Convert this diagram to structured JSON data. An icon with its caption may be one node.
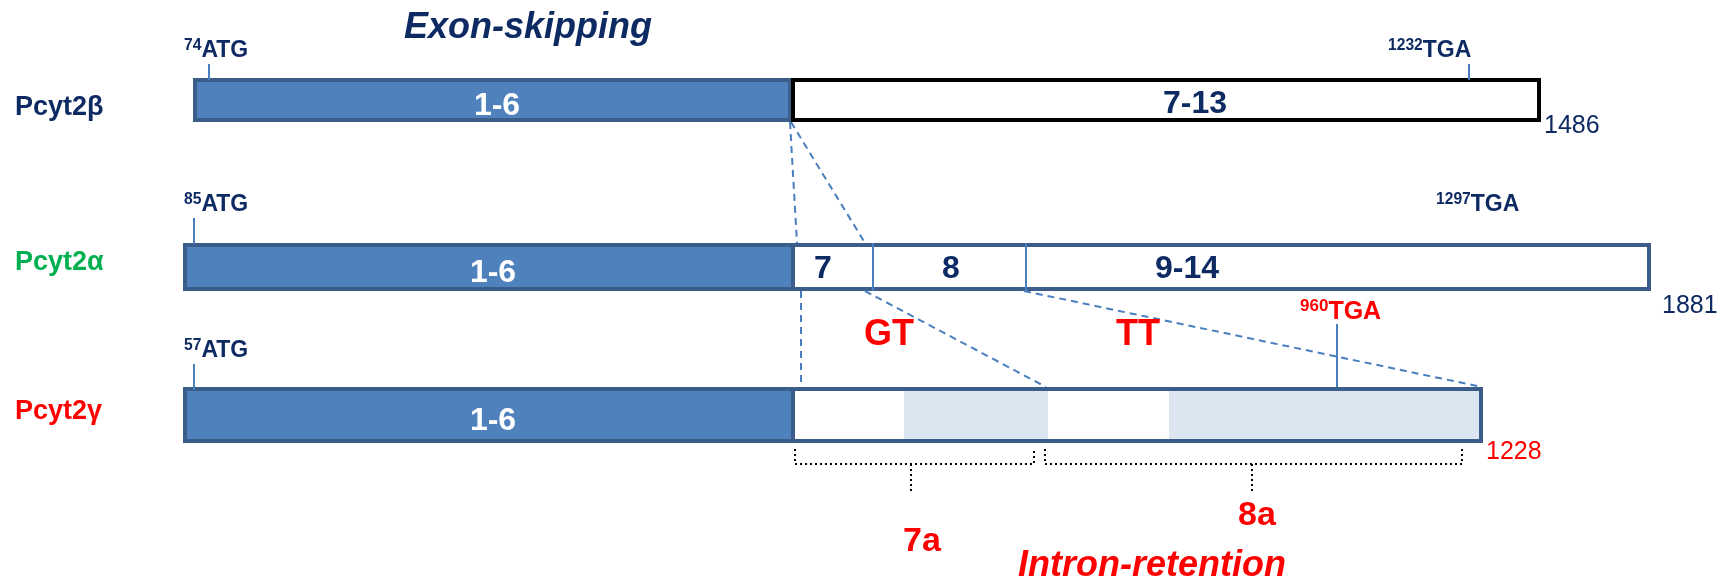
{
  "diagram": {
    "title": "Exon-skipping",
    "nodes": [
      {
        "text": [
          "1-6"
        ],
        "beside": [
          "$^{74}$ATG"
        ]
      },
      {
        "text": [
          "7-13"
        ],
        "beside": [
          "$^{1232}$TGA",
          "1486"
        ]
      },
      {
        "text": [
          "1-6"
        ],
        "beside": [
          "$^{85}$ATG"
        ]
      },
      {
        "text": [
          "7"
        ]
      },
      {
        "text": [
          "8"
        ]
      },
      {
        "text": [
          "9-14"
        ],
        "beside": [
          "$^{1297}$TGA",
          "1881"
        ]
      },
      {
        "text": [
          "1-6"
        ],
        "beside": [
          "$^{57}$ATG"
        ]
      },
      {
        "text": [
          "GT"
        ]
      },
      {
        "text": [
          "TT"
        ],
        "beside": [
          "1228"
        ]
      },
      {
        "text": [
          "$^{960}$TGA"
        ]
      }
    ],
    "edges": [
      {
        "from": 0,
        "to": 3,
        "arrow": "none",
        "style": "dashed"
      },
      {
        "from": 0,
        "to": 3,
        "arrow": "none",
        "style": "dashed"
      },
      {
        "from": 3,
        "to": 7,
        "arrow": "none",
        "style": "dashed"
      },
      {
        "from": 3,
        "to": 7,
        "arrow": "none",
        "style": "dashed"
      },
      {
        "from": 4,
        "to": 8,
        "arrow": "none",
        "style": "dashed"
      },
      {
        "from": 9,
        "to": 8,
        "arrow": "none"
      }
    ],
    "labels": [
      "Pcyt2β",
      "Pcyt2α",
      "Pcyt2γ",
      "7a",
      "8a",
      "Intron-retention"
    ]
  }
}
